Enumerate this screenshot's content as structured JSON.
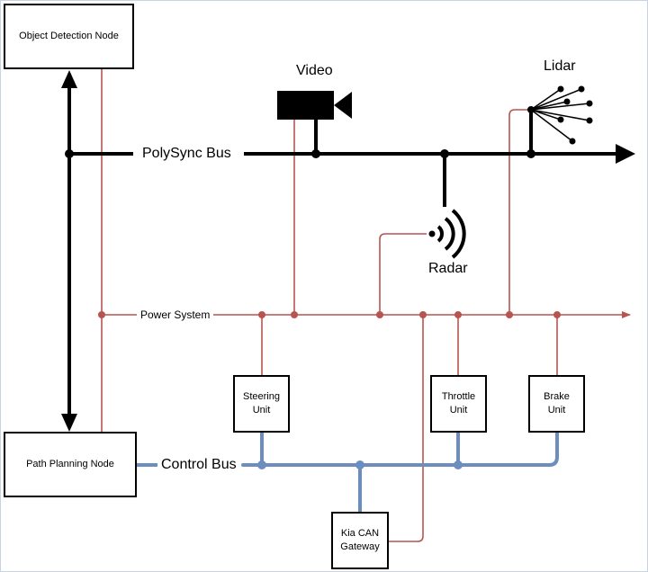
{
  "nodes": {
    "object_detection": "Object Detection Node",
    "path_planning": "Path Planning Node",
    "steering": "Steering\nUnit",
    "throttle": "Throttle\nUnit",
    "brake": "Brake\nUnit",
    "kia_gateway": "Kia CAN\nGateway"
  },
  "buses": {
    "polysync": "PolySync Bus",
    "power": "Power System",
    "control": "Control Bus"
  },
  "sensors": {
    "video": "Video",
    "lidar": "Lidar",
    "radar": "Radar"
  },
  "colors": {
    "data_line": "#000000",
    "power_line": "#b85450",
    "control_line": "#6c8ebf"
  },
  "icons": [
    "video-camera-icon",
    "lidar-icon",
    "radar-icon"
  ]
}
